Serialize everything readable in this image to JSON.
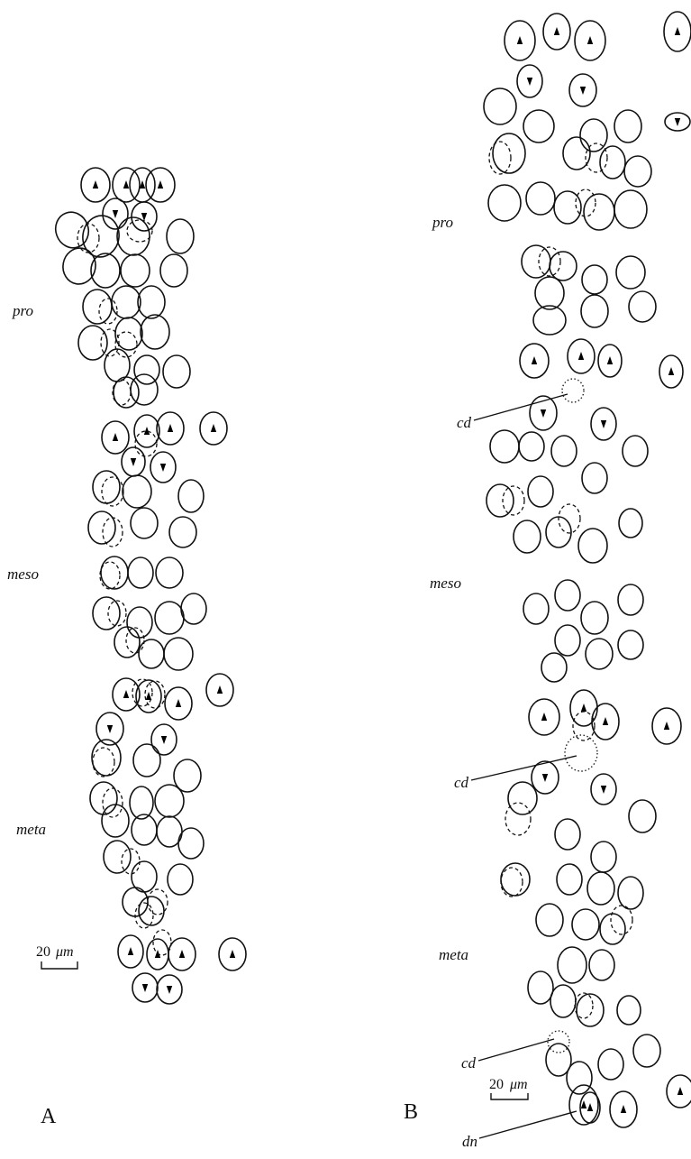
{
  "panels": [
    {
      "id": "A",
      "letter": "A",
      "segments": [
        "pro",
        "meso",
        "meta"
      ],
      "scale_bar": {
        "value": "20",
        "unit": "μm"
      }
    },
    {
      "id": "B",
      "letter": "B",
      "segments": [
        "pro",
        "meso",
        "meta"
      ],
      "pointer_labels": [
        "cd",
        "cd",
        "cd",
        "dn"
      ],
      "scale_bar": {
        "value": "20",
        "unit": "μm"
      }
    }
  ]
}
